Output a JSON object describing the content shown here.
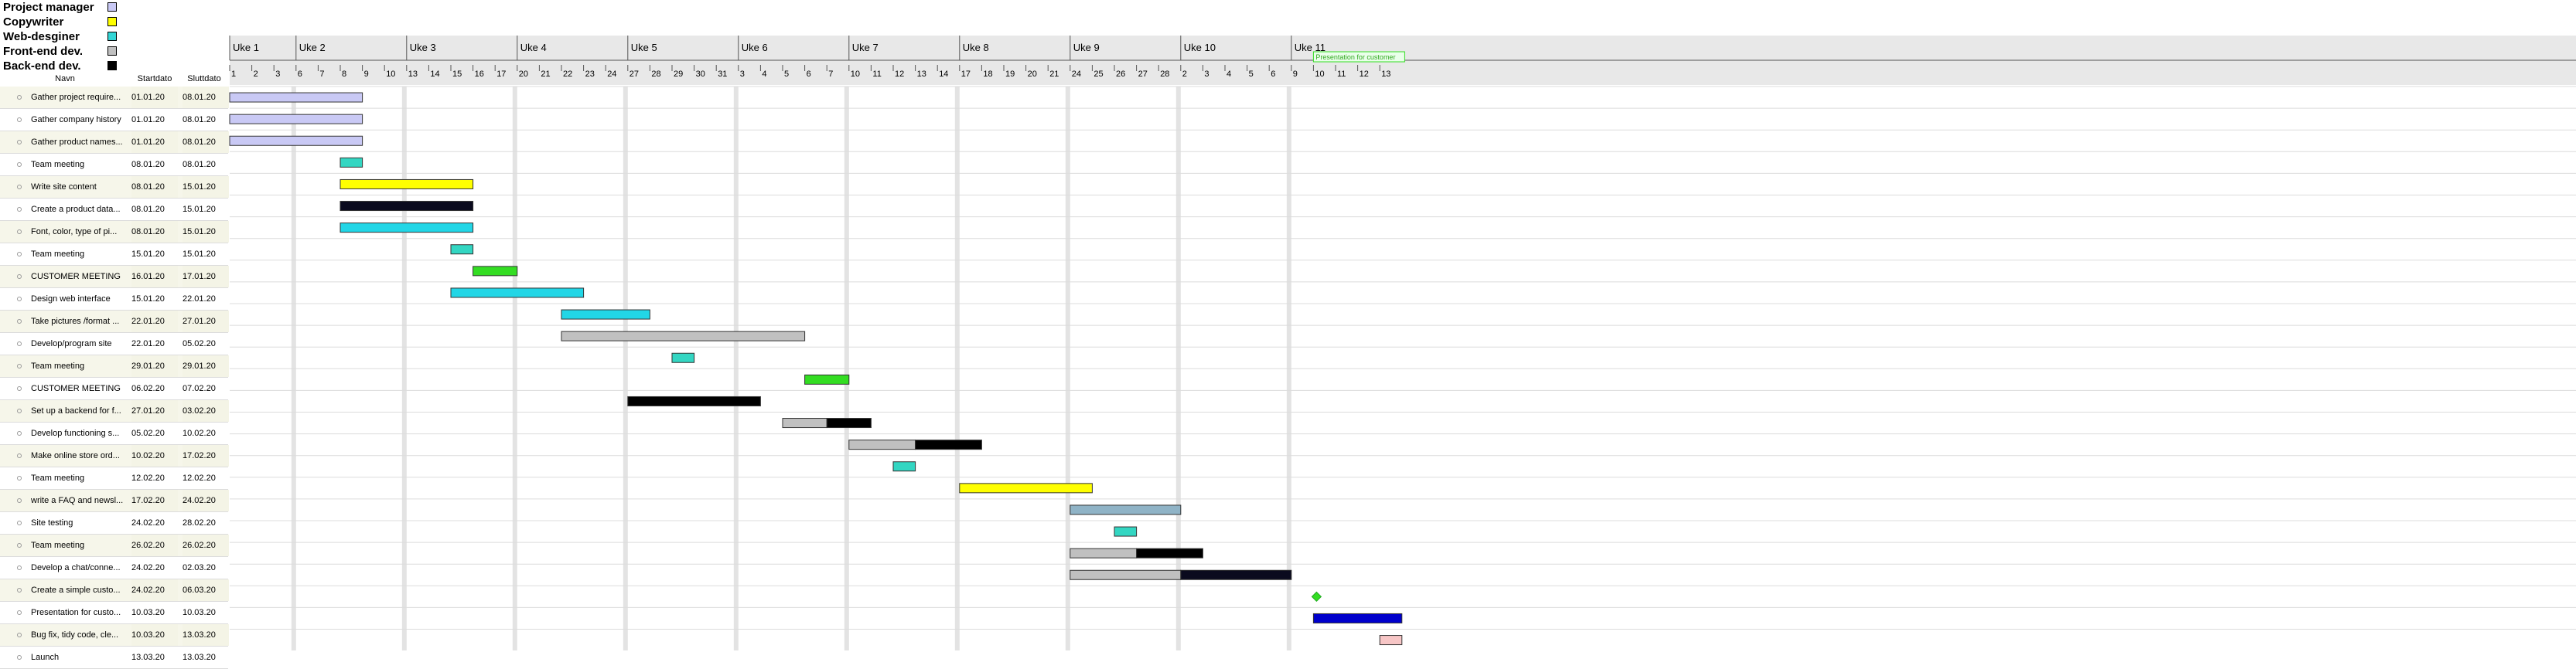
{
  "legend": [
    {
      "label": "Project manager",
      "color": "#c9c9f5"
    },
    {
      "label": "Copywriter",
      "color": "#ffff00"
    },
    {
      "label": "Web-desginer",
      "color": "#33d6d6"
    },
    {
      "label": "Front-end dev.",
      "color": "#c0c0c0"
    },
    {
      "label": "Back-end dev.",
      "color": "#000000"
    }
  ],
  "columns": {
    "name": "Navn",
    "start": "Startdato",
    "end": "Sluttdato"
  },
  "chart_data": {
    "type": "gantt",
    "start_date": "2020-01-01",
    "weeks": [
      "Uke 1",
      "Uke 2",
      "Uke 3",
      "Uke 4",
      "Uke 5",
      "Uke 6",
      "Uke 7",
      "Uke 8",
      "Uke 9",
      "Uke 10",
      "Uke 11"
    ],
    "day_labels": [
      "1",
      "2",
      "3",
      "6",
      "7",
      "8",
      "9",
      "10",
      "13",
      "14",
      "15",
      "16",
      "17",
      "20",
      "21",
      "22",
      "23",
      "24",
      "27",
      "28",
      "29",
      "30",
      "31",
      "3",
      "4",
      "5",
      "6",
      "7",
      "10",
      "11",
      "12",
      "13",
      "14",
      "17",
      "18",
      "19",
      "20",
      "21",
      "24",
      "25",
      "26",
      "27",
      "28",
      "2",
      "3",
      "4",
      "5",
      "6",
      "9",
      "10",
      "11",
      "12",
      "13"
    ],
    "milestone_label": "Presentation for customer",
    "tasks": [
      {
        "name": "Gather project require...",
        "start": "01.01.20",
        "end": "08.01.20",
        "bars": [
          {
            "color": "#c9c9f5"
          }
        ]
      },
      {
        "name": "Gather company history",
        "start": "01.01.20",
        "end": "08.01.20",
        "bars": [
          {
            "color": "#c9c9f5"
          }
        ]
      },
      {
        "name": "Gather product names...",
        "start": "01.01.20",
        "end": "08.01.20",
        "bars": [
          {
            "color": "#c9c9f5"
          }
        ]
      },
      {
        "name": "Team meeting",
        "start": "08.01.20",
        "end": "08.01.20",
        "bars": [
          {
            "color": "#33d6c2"
          }
        ]
      },
      {
        "name": "Write site content",
        "start": "08.01.20",
        "end": "15.01.20",
        "bars": [
          {
            "color": "#ffff00"
          }
        ]
      },
      {
        "name": "Create a product data...",
        "start": "08.01.20",
        "end": "15.01.20",
        "bars": [
          {
            "color": "#0a0a1e"
          }
        ]
      },
      {
        "name": "Font, color, type of pi...",
        "start": "08.01.20",
        "end": "15.01.20",
        "bars": [
          {
            "color": "#22d6e6"
          }
        ]
      },
      {
        "name": "Team meeting",
        "start": "15.01.20",
        "end": "15.01.20",
        "bars": [
          {
            "color": "#33d6c2"
          }
        ]
      },
      {
        "name": "CUSTOMER MEETING",
        "start": "16.01.20",
        "end": "17.01.20",
        "bars": [
          {
            "color": "#33dd22"
          }
        ]
      },
      {
        "name": "Design web interface",
        "start": "15.01.20",
        "end": "22.01.20",
        "bars": [
          {
            "color": "#22d6e6"
          }
        ]
      },
      {
        "name": "Take pictures /format ...",
        "start": "22.01.20",
        "end": "27.01.20",
        "bars": [
          {
            "color": "#22d6e6"
          }
        ]
      },
      {
        "name": "Develop/program site",
        "start": "22.01.20",
        "end": "05.02.20",
        "bars": [
          {
            "color": "#c0c0c0"
          }
        ]
      },
      {
        "name": "Team meeting",
        "start": "29.01.20",
        "end": "29.01.20",
        "bars": [
          {
            "color": "#33d6c2"
          }
        ]
      },
      {
        "name": "CUSTOMER MEETING",
        "start": "06.02.20",
        "end": "07.02.20",
        "bars": [
          {
            "color": "#33dd22"
          }
        ]
      },
      {
        "name": "Set up a backend for f...",
        "start": "27.01.20",
        "end": "03.02.20",
        "bars": [
          {
            "color": "#000000"
          }
        ]
      },
      {
        "name": "Develop functioning s...",
        "start": "05.02.20",
        "end": "10.02.20",
        "bars": [
          {
            "color": "#c0c0c0",
            "start": "05.02.20",
            "end": "06.02.20"
          },
          {
            "color": "#000000",
            "start": "07.02.20",
            "end": "10.02.20"
          }
        ]
      },
      {
        "name": "Make online store ord...",
        "start": "10.02.20",
        "end": "17.02.20",
        "bars": [
          {
            "color": "#c0c0c0",
            "start": "10.02.20",
            "end": "12.02.20"
          },
          {
            "color": "#000000",
            "start": "13.02.20",
            "end": "17.02.20"
          }
        ]
      },
      {
        "name": "Team meeting",
        "start": "12.02.20",
        "end": "12.02.20",
        "bars": [
          {
            "color": "#33d6c2"
          }
        ]
      },
      {
        "name": "write a FAQ and newsl...",
        "start": "17.02.20",
        "end": "24.02.20",
        "bars": [
          {
            "color": "#ffff00"
          }
        ]
      },
      {
        "name": "Site testing",
        "start": "24.02.20",
        "end": "28.02.20",
        "bars": [
          {
            "color": "#8fb3c6"
          }
        ]
      },
      {
        "name": "Team meeting",
        "start": "26.02.20",
        "end": "26.02.20",
        "bars": [
          {
            "color": "#33d6c2"
          }
        ]
      },
      {
        "name": "Develop a chat/conne...",
        "start": "24.02.20",
        "end": "02.03.20",
        "bars": [
          {
            "color": "#c0c0c0",
            "start": "24.02.20",
            "end": "26.02.20"
          },
          {
            "color": "#000000",
            "start": "27.02.20",
            "end": "02.03.20"
          }
        ]
      },
      {
        "name": "Create a simple custo...",
        "start": "24.02.20",
        "end": "06.03.20",
        "bars": [
          {
            "color": "#c0c0c0",
            "start": "24.02.20",
            "end": "28.02.20"
          },
          {
            "color": "#0a0a1e",
            "start": "02.03.20",
            "end": "06.03.20"
          }
        ]
      },
      {
        "name": "Presentation for custo...",
        "start": "10.03.20",
        "end": "10.03.20",
        "milestone": true,
        "bars": [
          {
            "color": "#33dd22"
          }
        ]
      },
      {
        "name": "Bug fix, tidy code, cle...",
        "start": "10.03.20",
        "end": "13.03.20",
        "bars": [
          {
            "color": "#0000cc"
          }
        ]
      },
      {
        "name": "Launch",
        "start": "13.03.20",
        "end": "13.03.20",
        "bars": [
          {
            "color": "#f7c6c6"
          }
        ]
      }
    ]
  }
}
